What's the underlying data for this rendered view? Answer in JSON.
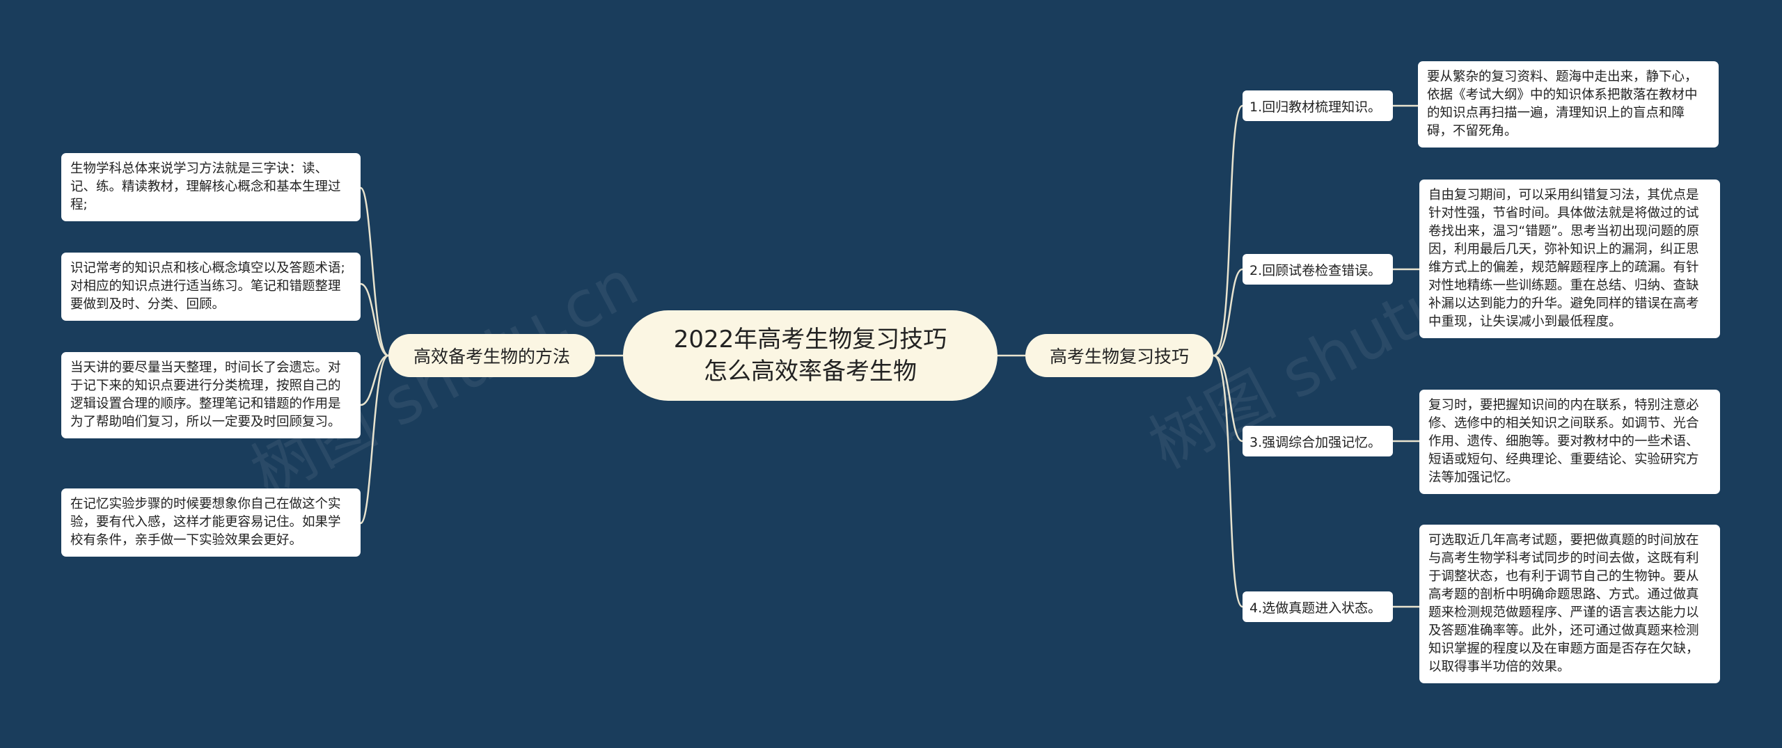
{
  "colors": {
    "background": "#1a3d5c",
    "node_fill": "#fbf6e3",
    "leaf_fill": "#ffffff",
    "connector": "#e9e4cf"
  },
  "root": {
    "line1": "2022年高考生物复习技巧",
    "line2": "怎么高效率备考生物"
  },
  "left_branch": {
    "label": "高效备考生物的方法",
    "leaves": [
      "生物学科总体来说学习方法就是三字诀：读、记、练。精读教材，理解核心概念和基本生理过程;",
      "识记常考的知识点和核心概念填空以及答题术语;对相应的知识点进行适当练习。笔记和错题整理要做到及时、分类、回顾。",
      "当天讲的要尽量当天整理，时间长了会遗忘。对于记下来的知识点要进行分类梳理，按照自己的逻辑设置合理的顺序。整理笔记和错题的作用是为了帮助咱们复习，所以一定要及时回顾复习。",
      "在记忆实验步骤的时候要想象你自己在做这个实验，要有代入感，这样才能更容易记住。如果学校有条件，亲手做一下实验效果会更好。"
    ]
  },
  "right_branch": {
    "label": "高考生物复习技巧",
    "items": [
      {
        "label": "1.回归教材梳理知识。",
        "detail": "要从繁杂的复习资料、题海中走出来，静下心，依据《考试大纲》中的知识体系把散落在教材中的知识点再扫描一遍，清理知识上的盲点和障碍，不留死角。"
      },
      {
        "label": "2.回顾试卷检查错误。",
        "detail": "自由复习期间，可以采用纠错复习法，其优点是针对性强，节省时间。具体做法就是将做过的试卷找出来，温习“错题”。思考当初出现问题的原因，利用最后几天，弥补知识上的漏洞，纠正思维方式上的偏差，规范解题程序上的疏漏。有针对性地精练一些训练题。重在总结、归纳、查缺补漏以达到能力的升华。避免同样的错误在高考中重现，让失误减小到最低程度。"
      },
      {
        "label": "3.强调综合加强记忆。",
        "detail": "复习时，要把握知识间的内在联系，特别注意必修、选修中的相关知识之间联系。如调节、光合作用、遗传、细胞等。要对教材中的一些术语、短语或短句、经典理论、重要结论、实验研究方法等加强记忆。"
      },
      {
        "label": "4.选做真题进入状态。",
        "detail": "可选取近几年高考试题，要把做真题的时间放在与高考生物学科考试同步的时间去做，这既有利于调整状态，也有利于调节自己的生物钟。要从高考题的剖析中明确命题思路、方式。通过做真题来检测规范做题程序、严谨的语言表达能力以及答题准确率等。此外，还可通过做真题来检测知识掌握的程度以及在审题方面是否存在欠缺，以取得事半功倍的效果。"
      }
    ]
  },
  "watermark": "树图 shutu.cn"
}
